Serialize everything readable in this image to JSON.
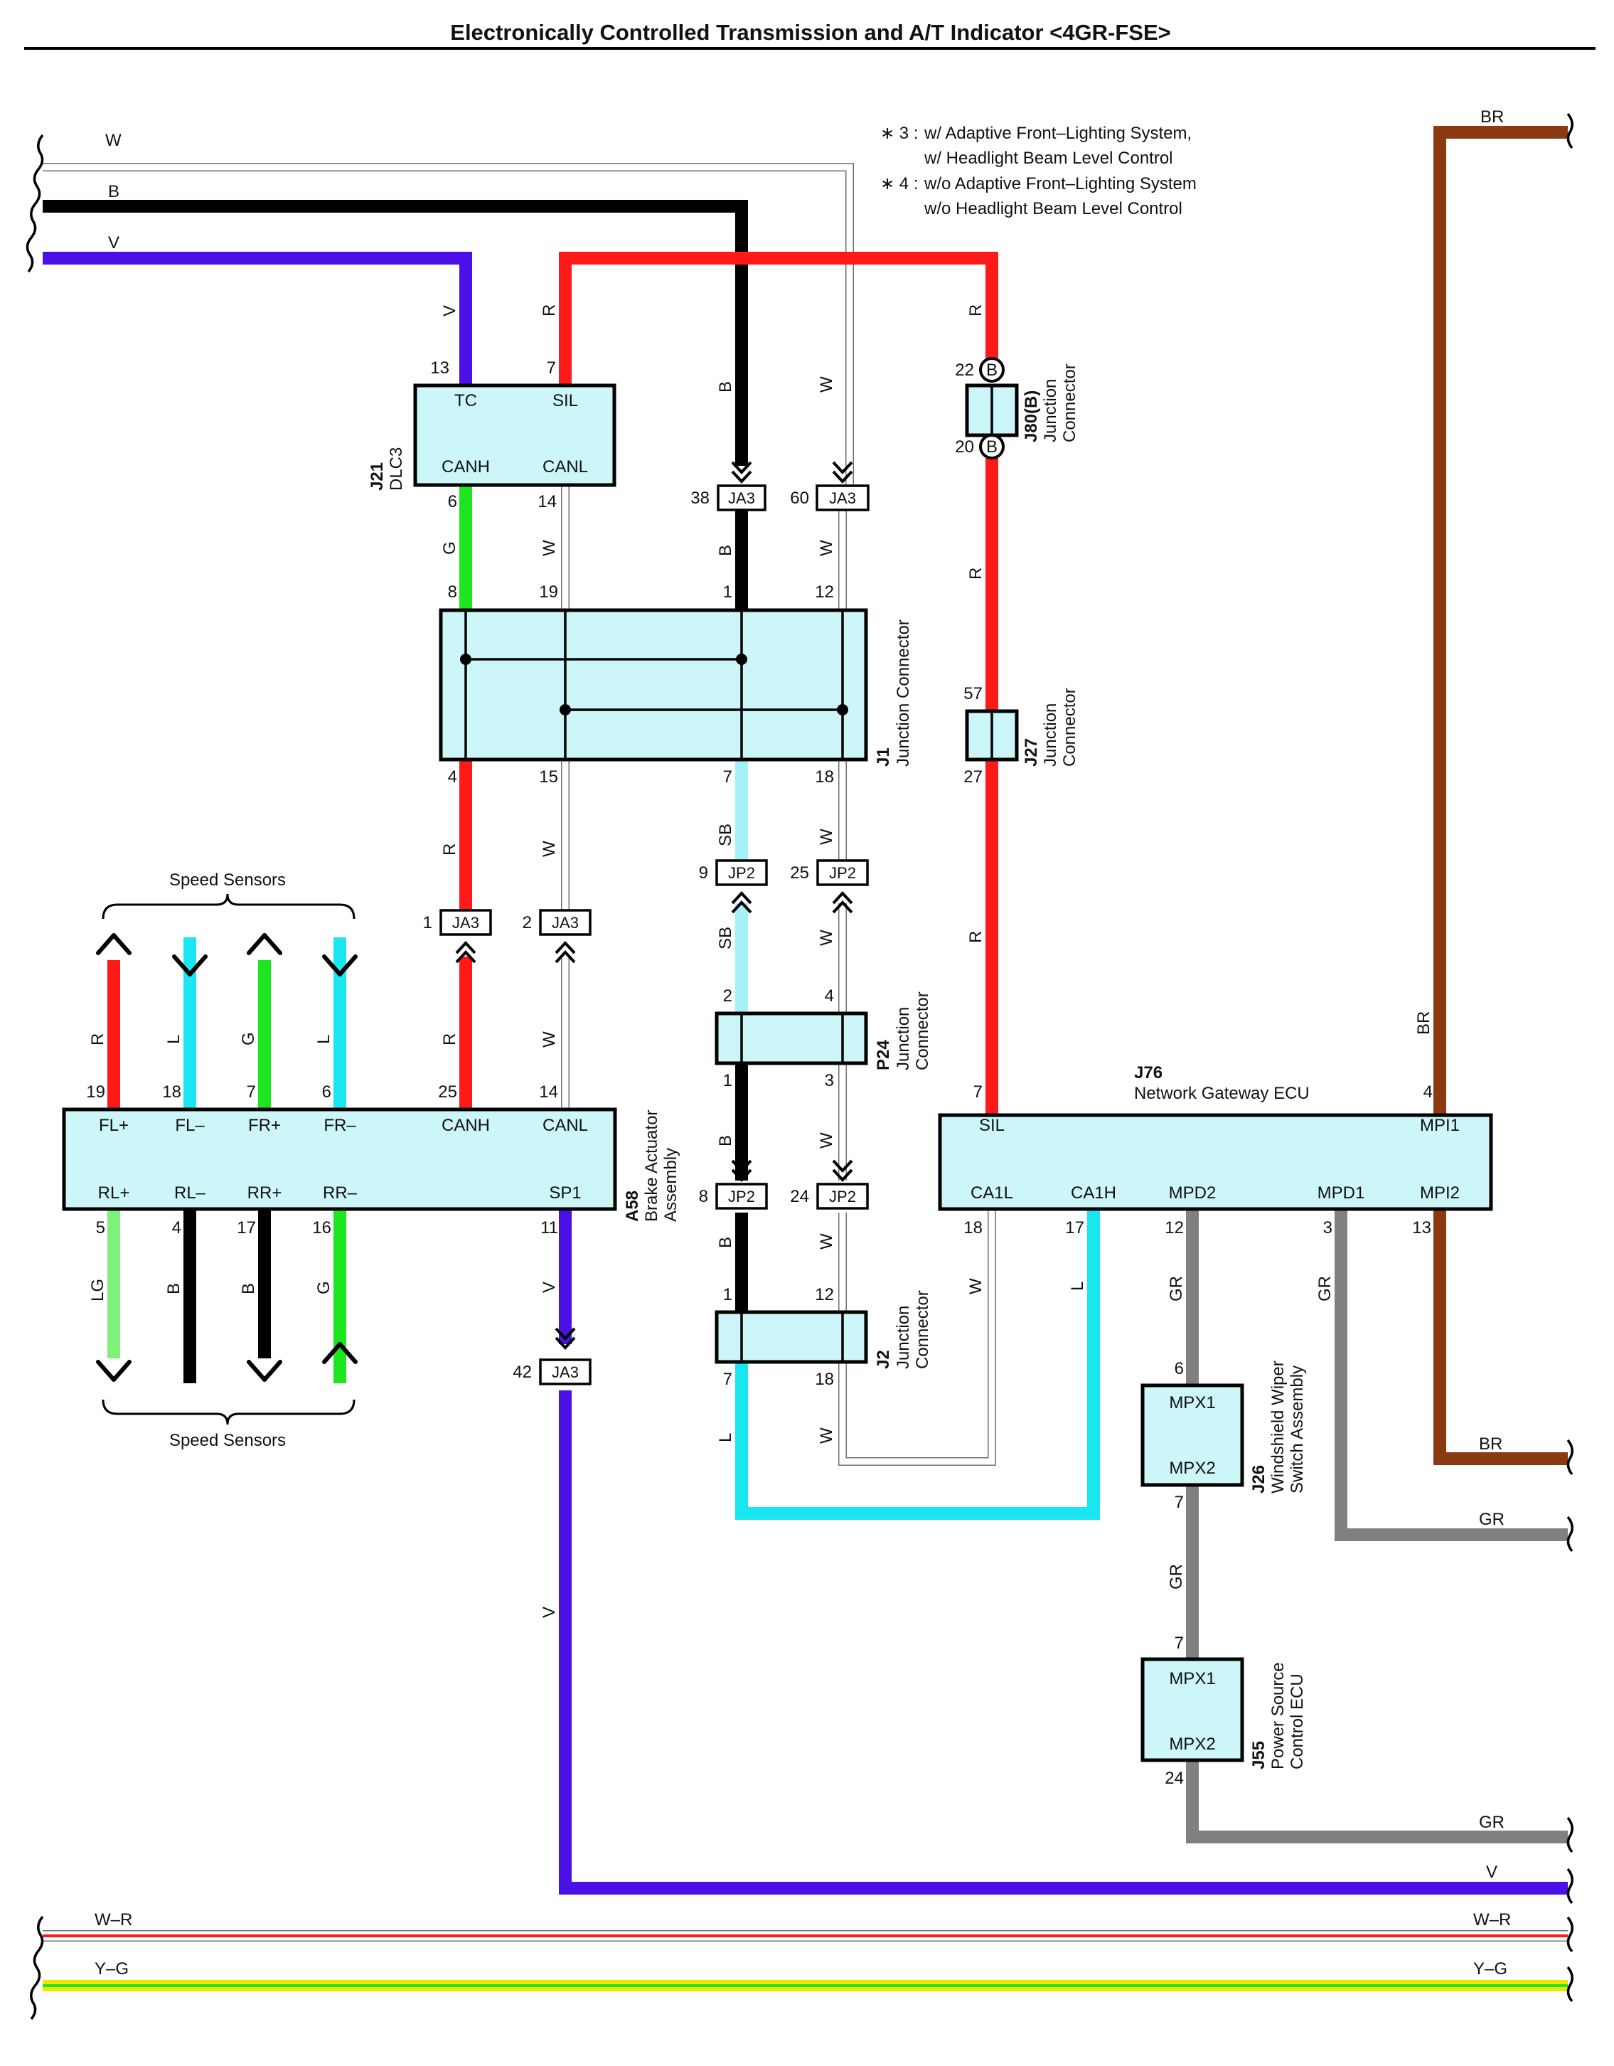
{
  "title": "Electronically Controlled Transmission and A/T Indicator <4GR-FSE>",
  "notes": [
    {
      "mark": "∗ 3 :",
      "lines": [
        "w/ Adaptive Front–Lighting System,",
        "w/ Headlight Beam Level Control"
      ]
    },
    {
      "mark": "∗ 4 :",
      "lines": [
        "w/o Adaptive Front–Lighting System",
        "w/o Headlight Beam Level Control"
      ]
    }
  ],
  "colors": {
    "W": "#ffffff",
    "B": "#000000",
    "V": "#4a10e6",
    "R": "#ff1a1a",
    "G": "#1ee61e",
    "L": "#1ae6f2",
    "SB": "#a2f2f7",
    "LG": "#7ff07a",
    "BR": "#8b3a12",
    "GR": "#808080",
    "Y": "#f2e600",
    "box_fill": "#cdf6f9"
  },
  "components": {
    "dlc3": {
      "code": "J21",
      "name": "DLC3",
      "pins": {
        "tc": "TC",
        "sil": "SIL",
        "canh": "CANH",
        "canl": "CANL"
      },
      "pin_nums": {
        "tc": "13",
        "sil": "7",
        "canh": "6",
        "canl": "14"
      }
    },
    "j1": {
      "code": "J1",
      "name": "Junction Connector",
      "pins_top": [
        "8",
        "19",
        "1",
        "12"
      ],
      "pins_bottom": [
        "4",
        "15",
        "7",
        "18"
      ]
    },
    "j80": {
      "code": "J80(B)",
      "name1": "Junction",
      "name2": "Connector",
      "pin_top": "22",
      "pin_bottom": "20",
      "mark": "B"
    },
    "j27": {
      "code": "J27",
      "name1": "Junction",
      "name2": "Connector",
      "pin_top": "57",
      "pin_bottom": "27"
    },
    "p24": {
      "code": "P24",
      "name1": "Junction",
      "name2": "Connector",
      "pins_top": [
        "2",
        "4"
      ],
      "pins_bottom": [
        "1",
        "3"
      ]
    },
    "j2": {
      "code": "J2",
      "name1": "Junction",
      "name2": "Connector",
      "pins_top": [
        "1",
        "12"
      ],
      "pins_bottom": [
        "7",
        "18"
      ]
    },
    "a58": {
      "code": "A58",
      "name1": "Brake Actuator",
      "name2": "Assembly",
      "top_pins": [
        {
          "label": "FL+",
          "num": "19"
        },
        {
          "label": "FL–",
          "num": "18"
        },
        {
          "label": "FR+",
          "num": "7"
        },
        {
          "label": "FR–",
          "num": "6"
        },
        {
          "label": "CANH",
          "num": "25"
        },
        {
          "label": "CANL",
          "num": "14"
        }
      ],
      "bottom_pins": [
        {
          "label": "RL+",
          "num": "5"
        },
        {
          "label": "RL–",
          "num": "4"
        },
        {
          "label": "RR+",
          "num": "17"
        },
        {
          "label": "RR–",
          "num": "16"
        },
        {
          "label": "SP1",
          "num": "11"
        }
      ]
    },
    "j76": {
      "code": "J76",
      "name": "Network Gateway ECU",
      "top_pins": [
        {
          "label": "SIL",
          "num": "7"
        },
        {
          "label": "MPI1",
          "num": "4"
        }
      ],
      "bottom_pins": [
        {
          "label": "CA1L",
          "num": "18"
        },
        {
          "label": "CA1H",
          "num": "17"
        },
        {
          "label": "MPD2",
          "num": "12"
        },
        {
          "label": "MPD1",
          "num": "3"
        },
        {
          "label": "MPI2",
          "num": "13"
        }
      ]
    },
    "j26": {
      "code": "J26",
      "name1": "Windshield Wiper",
      "name2": "Switch Assembly",
      "pins": {
        "mpx1": "MPX1",
        "mpx2": "MPX2"
      },
      "pin_top": "6",
      "pin_bottom": "7"
    },
    "j55": {
      "code": "J55",
      "name1": "Power Source",
      "name2": "Control ECU",
      "pins": {
        "mpx1": "MPX1",
        "mpx2": "MPX2"
      },
      "pin_top": "7",
      "pin_bottom": "24"
    }
  },
  "junctions": [
    {
      "id": "ja3-38",
      "pin": "38",
      "label": "JA3"
    },
    {
      "id": "ja3-60",
      "pin": "60",
      "label": "JA3"
    },
    {
      "id": "jp2-9",
      "pin": "9",
      "label": "JP2"
    },
    {
      "id": "jp2-25",
      "pin": "25",
      "label": "JP2"
    },
    {
      "id": "ja3-1",
      "pin": "1",
      "label": "JA3"
    },
    {
      "id": "ja3-2",
      "pin": "2",
      "label": "JA3"
    },
    {
      "id": "jp2-8",
      "pin": "8",
      "label": "JP2"
    },
    {
      "id": "jp2-24",
      "pin": "24",
      "label": "JP2"
    },
    {
      "id": "ja3-42",
      "pin": "42",
      "label": "JA3"
    }
  ],
  "speed_sensors_label": "Speed Sensors",
  "wire_labels": {
    "w_top": "W",
    "b_top": "B",
    "v_top": "V",
    "v_dlc": "V",
    "r_dlc": "R",
    "b_ja3": "B",
    "w_ja3": "W",
    "r_right": "R",
    "br_top": "BR",
    "g_j1": "G",
    "w_j1": "W",
    "b_j1": "B",
    "w_j1b": "W",
    "r_j80": "R",
    "r_a": "R",
    "w_a": "W",
    "sb_a": "SB",
    "w_b": "W",
    "r_j27": "R",
    "sb_b": "SB",
    "w_c": "W",
    "r_b": "R",
    "w_d": "W",
    "s_r": "R",
    "s_l1": "L",
    "s_g": "G",
    "s_l2": "L",
    "b_p24": "B",
    "w_p24": "W",
    "br_side": "BR",
    "b_j2": "B",
    "w_j2": "W",
    "w_ca1l": "W",
    "l_ca1h": "L",
    "gr_mpd2": "GR",
    "gr_mpd1": "GR",
    "r_lg": "LG",
    "r_b1": "B",
    "r_b2": "B",
    "r_g": "G",
    "v_sp1": "V",
    "l_j2": "L",
    "w_j2b": "W",
    "br_right": "BR",
    "gr_right": "GR",
    "gr_j26": "GR",
    "v_long": "V",
    "gr_right2": "GR",
    "v_right": "V",
    "wr_left": "W–R",
    "wr_right": "W–R",
    "yg_left": "Y–G",
    "yg_right": "Y–G"
  }
}
